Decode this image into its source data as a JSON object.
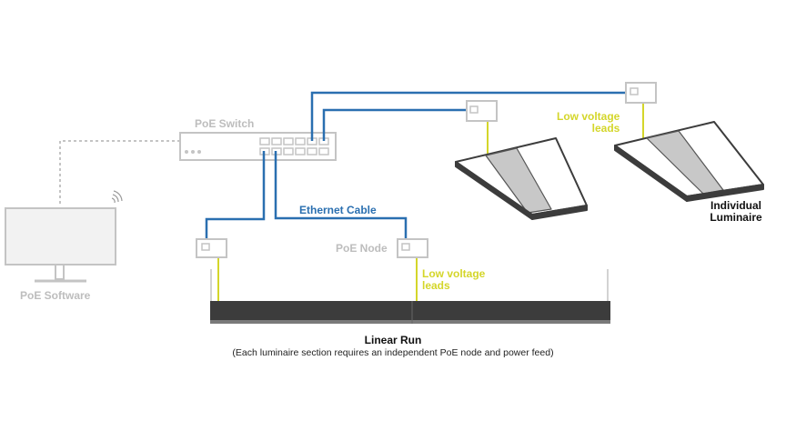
{
  "labels": {
    "poe_switch": "PoE Switch",
    "poe_software": "PoE Software",
    "ethernet_cable": "Ethernet Cable",
    "poe_node": "PoE Node",
    "low_voltage_leads_top": "Low voltage\nleads",
    "low_voltage_leads_bottom": "Low voltage\nleads",
    "individual_luminaire": "Individual\nLuminaire",
    "linear_run_title": "Linear Run",
    "linear_run_note": "(Each luminaire section requires an independent PoE node and power feed)"
  },
  "colors": {
    "ethernet": "#2a6fb0",
    "low_voltage": "#d4d62a",
    "device_outline": "#c4c4c4",
    "linear_fixture": "#3c3c3c",
    "data_link": "#c4c4c4"
  },
  "icons": {
    "wifi": "wifi-icon",
    "monitor": "monitor-icon",
    "switch": "network-switch-icon"
  }
}
